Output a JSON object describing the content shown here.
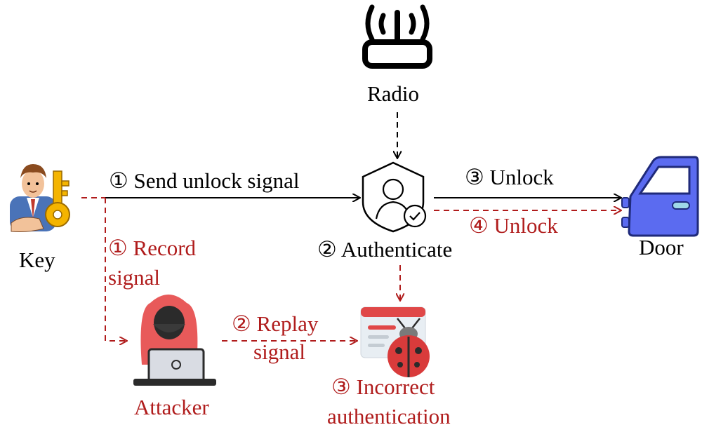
{
  "nodes": {
    "radio": "Radio",
    "key": "Key",
    "door": "Door",
    "attacker": "Attacker"
  },
  "flows": {
    "send": "① Send unlock signal",
    "authenticate": "② Authenticate",
    "unlock": "③ Unlock",
    "unlock_attack": "④ Unlock",
    "record_line1": "① Record",
    "record_line2": "signal",
    "replay_line1": "② Replay",
    "replay_line2": "signal",
    "incorrect_line1": "③  Incorrect",
    "incorrect_line2": "authentication"
  },
  "colors": {
    "legit": "#000000",
    "attack": "#b01c1c"
  }
}
